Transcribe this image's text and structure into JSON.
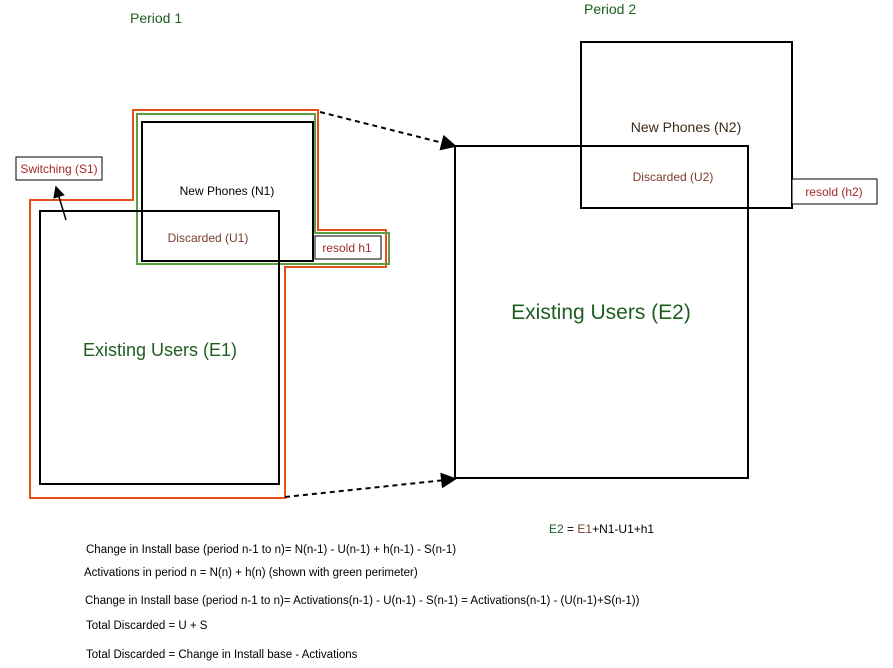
{
  "labels": {
    "period1": "Period  1",
    "period2": "Period  2",
    "switching": "Switching (S1)",
    "new_phones_n1": "New Phones (N1)",
    "discarded_u1": "Discarded (U1)",
    "resold_h1": "resold h1",
    "existing_e1": "Existing Users (E1)",
    "new_phones_n2": "New Phones (N2)",
    "discarded_u2": "Discarded (U2)",
    "resold_h2": "resold (h2)",
    "existing_e2": "Existing Users (E2)"
  },
  "equation": {
    "lhs": "E2",
    "eq": " = ",
    "e1": "E1",
    "rest": "+N1-U1+h1"
  },
  "formulas": [
    "Change in Install base (period n-1 to n)= N(n-1) - U(n-1) + h(n-1) - S(n-1)",
    "Activations in period n = N(n) + h(n)  (shown with green  perimeter)",
    "Change in Install base (period n-1 to n)= Activations(n-1) - U(n-1) - S(n-1) = Activations(n-1) - (U(n-1)+S(n-1))",
    "Total Discarded = U + S",
    "Total Discarded = Change in Install base - Activations"
  ],
  "colors": {
    "green_text": "#1e5e20",
    "brown_text": "#7a3b2e",
    "red_text": "#a52a2a",
    "orange_outline": "#e8501a",
    "green_outline": "#5aa040",
    "black": "#000000"
  }
}
